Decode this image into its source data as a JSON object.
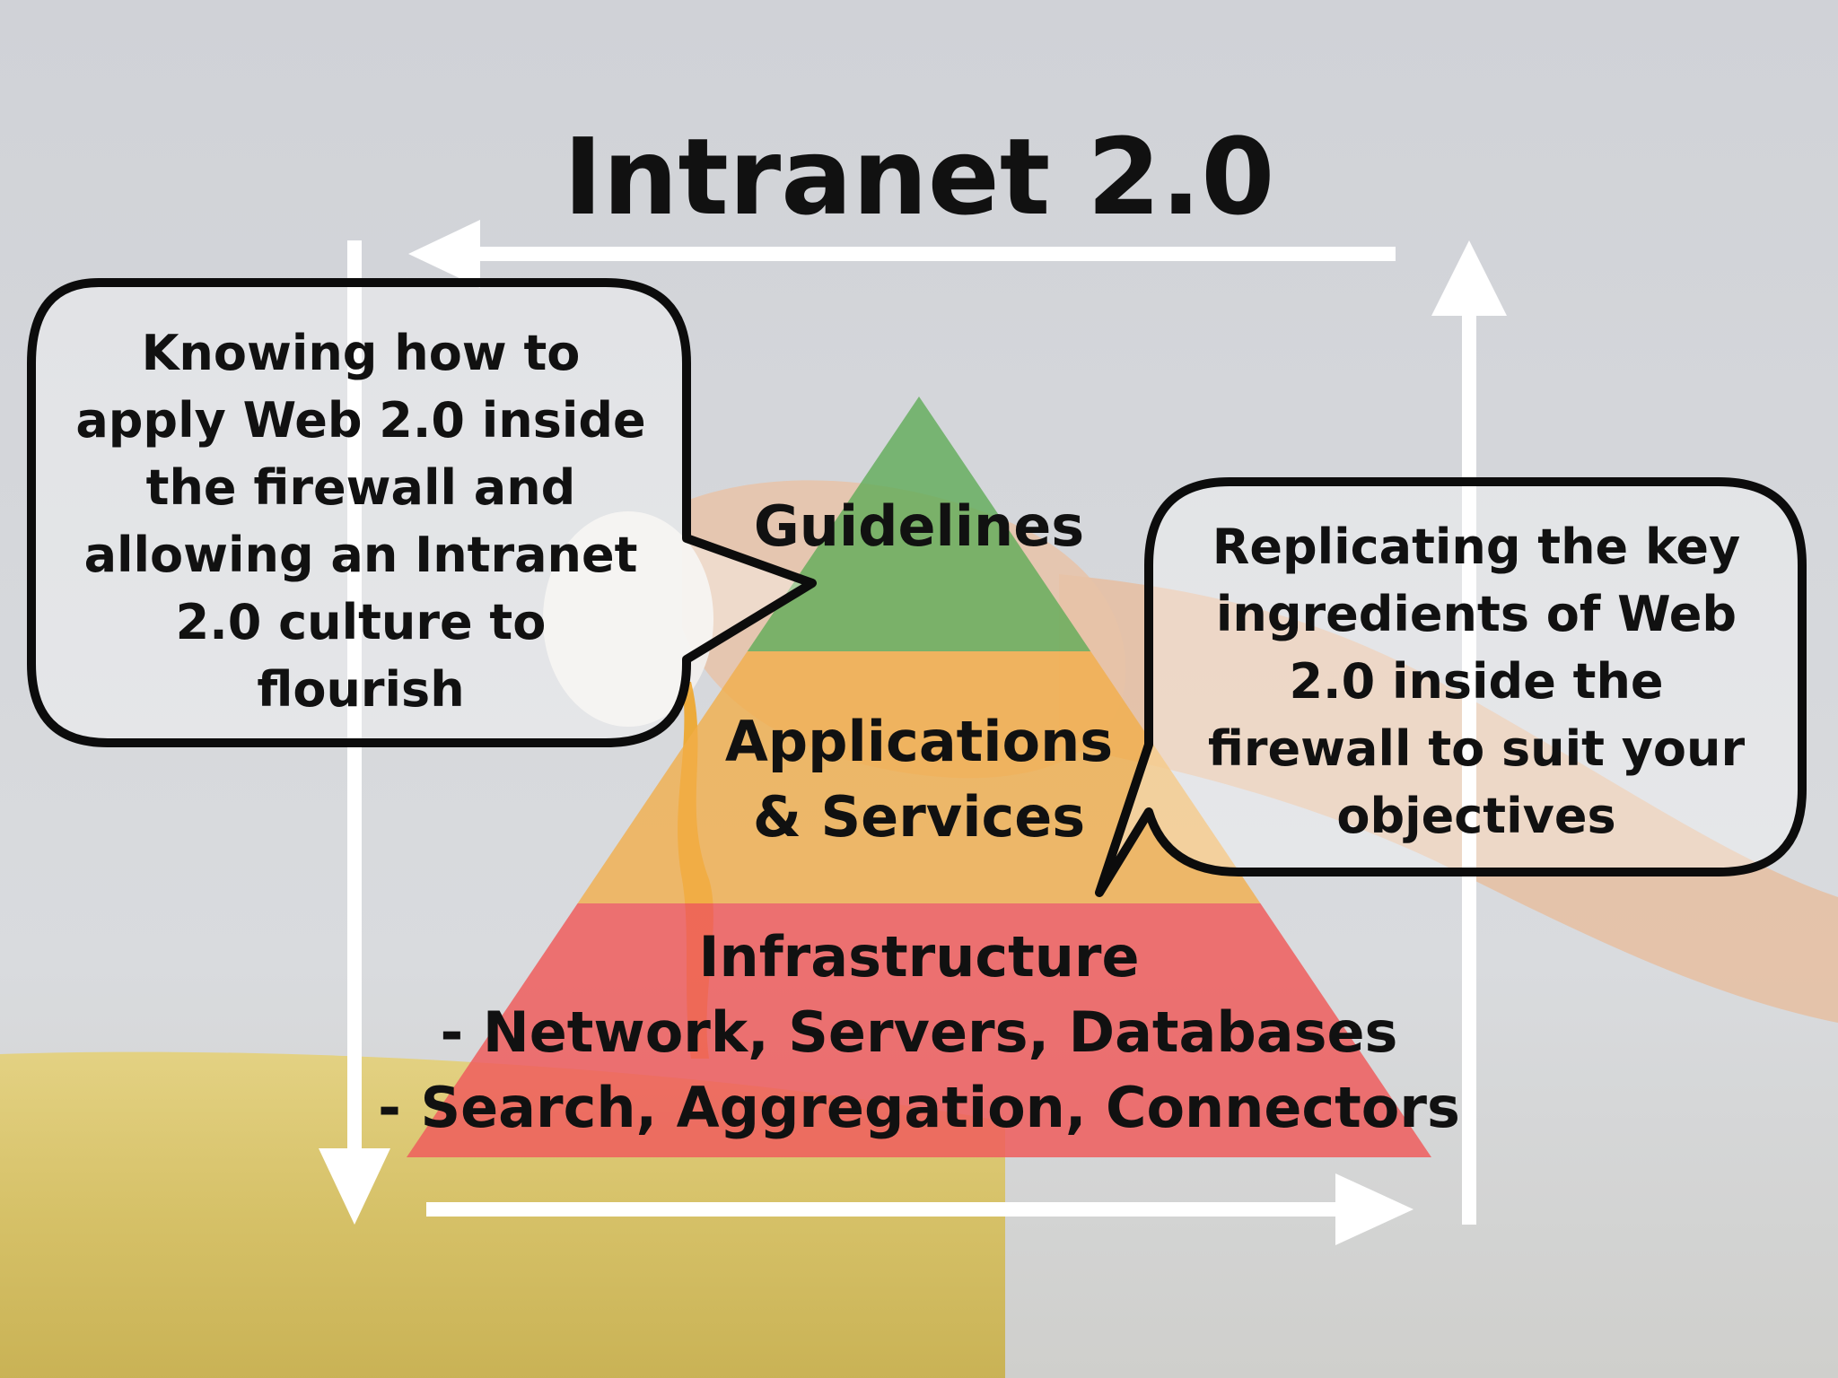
{
  "slide": {
    "title": "Intranet 2.0"
  },
  "pyramid": {
    "tiers": [
      {
        "id": "guidelines",
        "lines": [
          "Guidelines"
        ],
        "color": "#5cab55"
      },
      {
        "id": "applications",
        "lines": [
          "Applications",
          "& Services"
        ],
        "color": "#f2ad48"
      },
      {
        "id": "infrastructure",
        "lines": [
          "Infrastructure",
          "- Network, Servers, Databases",
          "- Search, Aggregation, Connectors"
        ],
        "color": "#ef5d5d"
      }
    ]
  },
  "callouts": {
    "left": [
      "Knowing how to",
      "apply Web 2.0 inside",
      "the firewall and",
      "allowing an Intranet",
      "2.0 culture to",
      "flourish"
    ],
    "right": [
      "Replicating the key",
      "ingredients of Web",
      "2.0 inside the",
      "firewall to suit your",
      "objectives"
    ]
  },
  "cycle": {
    "directions": [
      "left",
      "down",
      "right",
      "up"
    ],
    "color": "#ffffff"
  },
  "background": {
    "wall": "#d3d5d9",
    "bowl": "#d8c46a",
    "skin": "#e9c2a6"
  }
}
